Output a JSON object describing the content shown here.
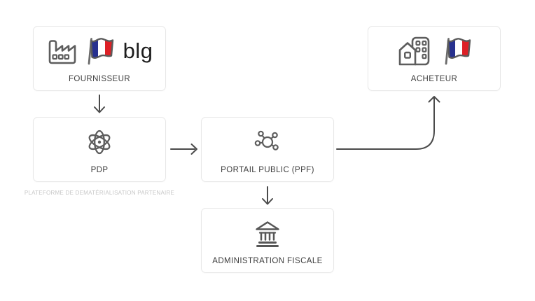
{
  "colors": {
    "background": "#ffffff",
    "box_border": "#e7e7e7",
    "box_background": "#ffffff",
    "label_text": "#3d3d3d",
    "caption_text": "#c7c7c7",
    "icon_stroke": "#5d5d5d",
    "arrow_stroke": "#4a4a4a",
    "flag_blue": "#27318f",
    "flag_white": "#ffffff",
    "flag_red": "#dd2026",
    "logo_text_color": "#1d1d1d"
  },
  "nodes": {
    "fournisseur": {
      "label": "FOURNISSEUR",
      "icons": [
        "factory-icon",
        "french-flag-icon",
        "blg-logo"
      ],
      "logo_text": "blg"
    },
    "acheteur": {
      "label": "ACHETEUR",
      "icons": [
        "buildings-icon",
        "french-flag-icon"
      ]
    },
    "pdp": {
      "label": "PDP",
      "icons": [
        "atom-icon"
      ],
      "caption": "PLATEFORME DE DEMATÉRIALISATION PARTENAIRE"
    },
    "portail_public": {
      "label": "PORTAIL PUBLIC (PPF)",
      "icons": [
        "network-hub-icon"
      ]
    },
    "administration_fiscale": {
      "label": "ADMINISTRATION FISCALE",
      "icons": [
        "bank-icon"
      ]
    }
  },
  "edges": [
    {
      "from": "fournisseur",
      "to": "pdp",
      "direction": "down"
    },
    {
      "from": "pdp",
      "to": "portail_public",
      "direction": "right"
    },
    {
      "from": "portail_public",
      "to": "administration_fiscale",
      "direction": "down"
    },
    {
      "from": "portail_public",
      "to": "acheteur",
      "direction": "right-then-up"
    }
  ]
}
